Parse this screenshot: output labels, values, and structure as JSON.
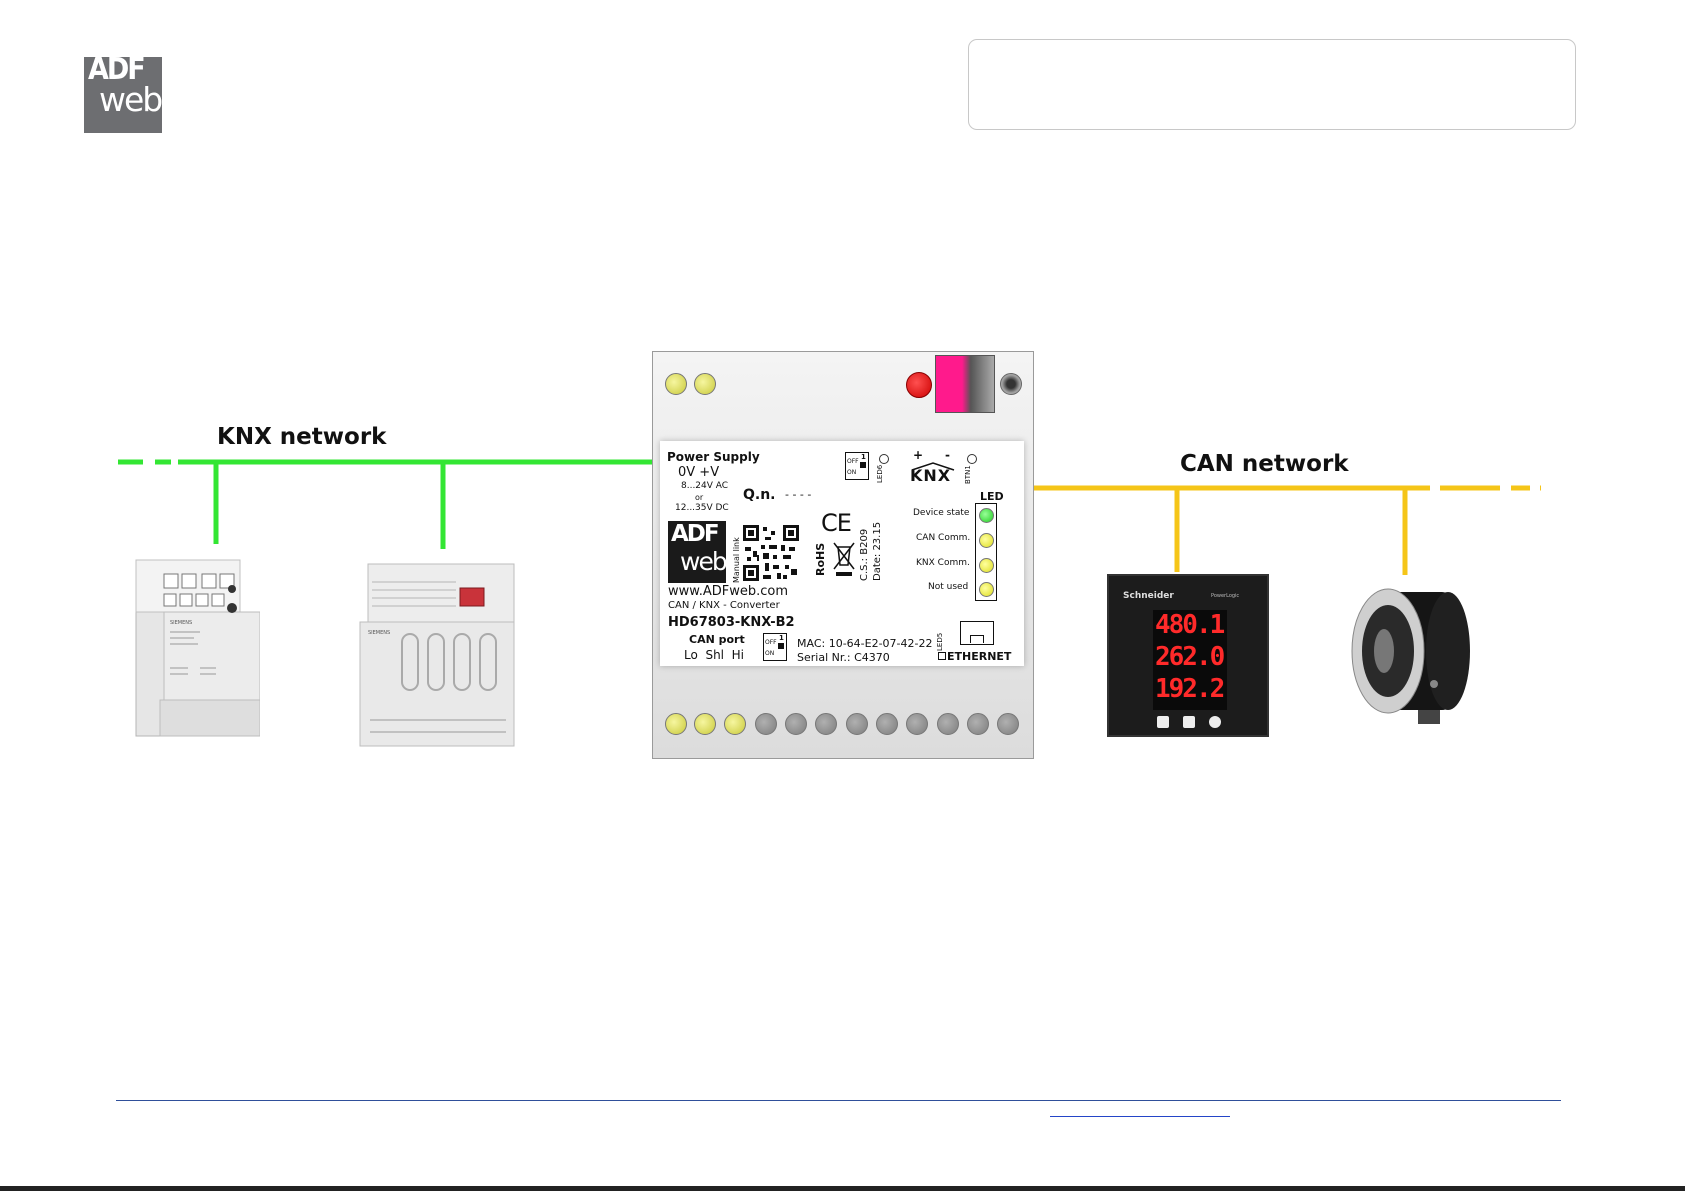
{
  "logo": {
    "adf": "ADF",
    "web": "web"
  },
  "knx_network_label": "KNX network",
  "can_network_label": "CAN network",
  "colors": {
    "knx_line": "#33e633",
    "can_line": "#f5c518",
    "footer_rule": "#2f4f9a"
  },
  "device": {
    "power_supply": "Power Supply",
    "voltage_pins": "0V   +V",
    "ac_range": "8...24V AC",
    "or": "or",
    "dc_range": "12...35V DC",
    "qn": "Q.n.",
    "qn_value": "- - - -",
    "dip_off": "OFF",
    "dip_on": "ON",
    "dip_num": "1",
    "led6": "LED6",
    "btn1": "BTN1",
    "knx_plus": "+",
    "knx_minus": "-",
    "knx_logo": "KNX",
    "led_header": "LED",
    "led_rows": [
      "Device state",
      "CAN Comm.",
      "KNX Comm.",
      "Not used"
    ],
    "ce_mark": "CE",
    "rohs": "RoHS",
    "cs": "C.S.: B209",
    "date": "Date: 23.15",
    "manual_link": "Manual link",
    "logo_adf": "ADF",
    "logo_web": "web",
    "website": "www.ADFweb.com",
    "product_desc": "CAN / KNX - Converter",
    "model": "HD67803-KNX-B2",
    "can_port": "CAN port",
    "can_pins": "Lo  Shl  Hi",
    "mac": "MAC: 10-64-E2-07-42-22",
    "serial": "Serial Nr.: C4370",
    "led5": "LED5",
    "ethernet": "ETHERNET"
  },
  "meter": {
    "brand": "Schneider",
    "model": "PowerLogic",
    "readings": [
      "480.1",
      "262.0",
      "192.2"
    ]
  },
  "knx_device_left": {
    "brand": "SIEMENS"
  },
  "knx_device_right": {
    "brand": "SIEMENS"
  }
}
